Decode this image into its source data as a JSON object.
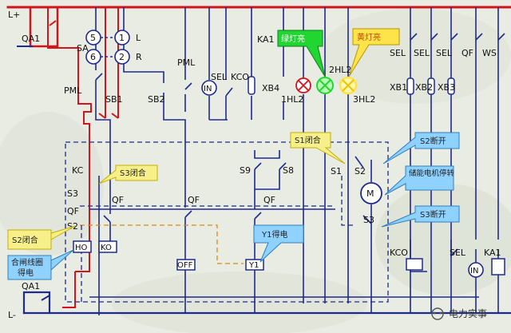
{
  "colors": {
    "background": "#e9ece3",
    "wire_main": "#1f2a8f",
    "wire_red": "#d4141c",
    "wire_orange": "#d98a1c",
    "callout_blue_fill": "#8fd1ff",
    "callout_yellow_fill": "#f7f08a",
    "callout_red_fill": "#ff4b4b",
    "callout_green": "#22d632",
    "lamp_yellow": "#ffe34a"
  },
  "bus": {
    "positive": "L+",
    "negative": "L-"
  },
  "breakers": {
    "top": "QA1",
    "bottom": "QA1"
  },
  "selector": {
    "sa": "SA",
    "c5": "5",
    "c6": "6",
    "c1": "1",
    "c2": "2",
    "l": "L",
    "r": "R"
  },
  "labels": {
    "pml_left": "PML",
    "pml_mid": "PML",
    "sb1": "SB1",
    "sb2": "SB2",
    "sel1": "SEL",
    "kco1": "KCO",
    "ka1_top": "KA1",
    "xb4": "XB4",
    "in1": "IN",
    "hl1": "1HL2",
    "hl2": "2HL2",
    "hl3": "3HL2",
    "sel_a": "SEL",
    "sel_b": "SEL",
    "sel_c": "SEL",
    "qf_top": "QF",
    "ws": "WS",
    "xb1": "XB1",
    "xb2": "XB2",
    "xb3": "XB3",
    "kc": "KC",
    "s3_left": "S3",
    "qf_left1": "QF",
    "qf_left2": "QF",
    "s2_left": "S2",
    "ho": "HO",
    "ko": "KO",
    "qf_mid": "QF",
    "off": "OFF",
    "s9": "S9",
    "s8": "S8",
    "qf_s": "QF",
    "y1": "Y1",
    "s1": "S1",
    "s2": "S2",
    "s3": "S3",
    "m": "M",
    "kco2": "KCO",
    "sel2": "SEL",
    "ka1_bottom": "KA1",
    "in2": "IN"
  },
  "callouts": {
    "green_on": "绿灯亮",
    "yellow_on": "黄灯亮",
    "s3_closed": "S3闭合",
    "s1_closed": "S1闭合",
    "s2_open": "S2断开",
    "motor_stop": "储能电机停转",
    "s3_open": "S3断开",
    "s2_closed": "S2闭合",
    "y1_energized": "Y1得电",
    "close_coil_line1": "合闸线圈",
    "close_coil_line2": "得电"
  },
  "watermark": {
    "brand": "电力实事"
  }
}
